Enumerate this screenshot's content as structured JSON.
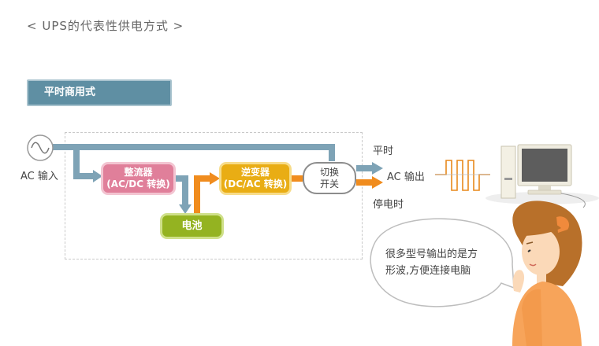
{
  "title": "< UPS的代表性供电方式 >",
  "mode_badge": "平时商用式",
  "ac_input_label": "AC 输入",
  "rectifier": {
    "line1": "整流器",
    "line2": "(AC/DC 转换)"
  },
  "inverter": {
    "line1": "逆变器",
    "line2": "(DC/AC 转换)"
  },
  "battery": "电池",
  "switch": {
    "line1": "切换",
    "line2": "开关"
  },
  "normal_label": "平时",
  "ac_output_label": "AC 输出",
  "outage_label": "停电时",
  "speech_bubble": {
    "line1": "很多型号输出的是方",
    "line2": "形波,方便连接电脑"
  },
  "colors": {
    "normal_path": "#7ea3b6",
    "backup_path": "#f08c1e",
    "rectifier": "#e07f9a",
    "inverter": "#e9ad14",
    "battery": "#94b321",
    "badge": "#5f8fa3"
  },
  "icons": [
    "ac-source-icon",
    "square-wave-icon",
    "computer-icon",
    "woman-illustration"
  ]
}
